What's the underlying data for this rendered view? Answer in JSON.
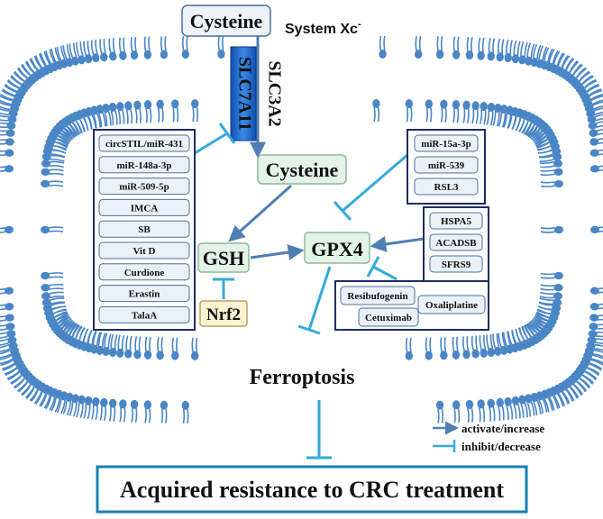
{
  "top": {
    "cysteine_outside": "Cysteine",
    "system_xc": "System Xc",
    "system_xc_sup": "-"
  },
  "transporter": {
    "slc7a11": "SLC7A11",
    "slc3a2": "SLC3A2"
  },
  "core": {
    "cysteine_inside": "Cysteine",
    "gsh": "GSH",
    "gpx4": "GPX4",
    "nrf2": "Nrf2",
    "ferroptosis": "Ferroptosis"
  },
  "left_inhibitors": [
    "circSTIL/miR-431",
    "miR-148a-3p",
    "miR-509-5p",
    "IMCA",
    "SB",
    "Vit D",
    "Curdione",
    "Erastin",
    "TalaA"
  ],
  "right_top_inhibitors": [
    "miR-15a-3p",
    "miR-539",
    "RSL3"
  ],
  "right_activators": [
    "HSPA5",
    "ACADSB",
    "SFRS9"
  ],
  "drug_inhibitors": {
    "resibufogenin": "Resibufogenin",
    "oxaliplatine": "Oxaliplatine",
    "cetuximab": "Cetuximab"
  },
  "legend": {
    "activate": "activate/increase",
    "inhibit": "inhibit/decrease"
  },
  "outcome": "Acquired resistance to CRC treatment",
  "colors": {
    "membrane_head": "#4a86c6",
    "membrane_tail": "#4a86c6",
    "activate_arrow": "#4f7fb3",
    "inhibit_line": "#35a9dc",
    "box_border": "#1f2b63",
    "pill_border": "#4f6f9a",
    "pill_fill": "#eaf1f8",
    "green_fill": "#e4f3e8",
    "green_border": "#8fb89a",
    "nrf2_fill": "#fdf3d0",
    "nrf2_border": "#b8a46a",
    "transporter_fill": "#1f66c9"
  }
}
